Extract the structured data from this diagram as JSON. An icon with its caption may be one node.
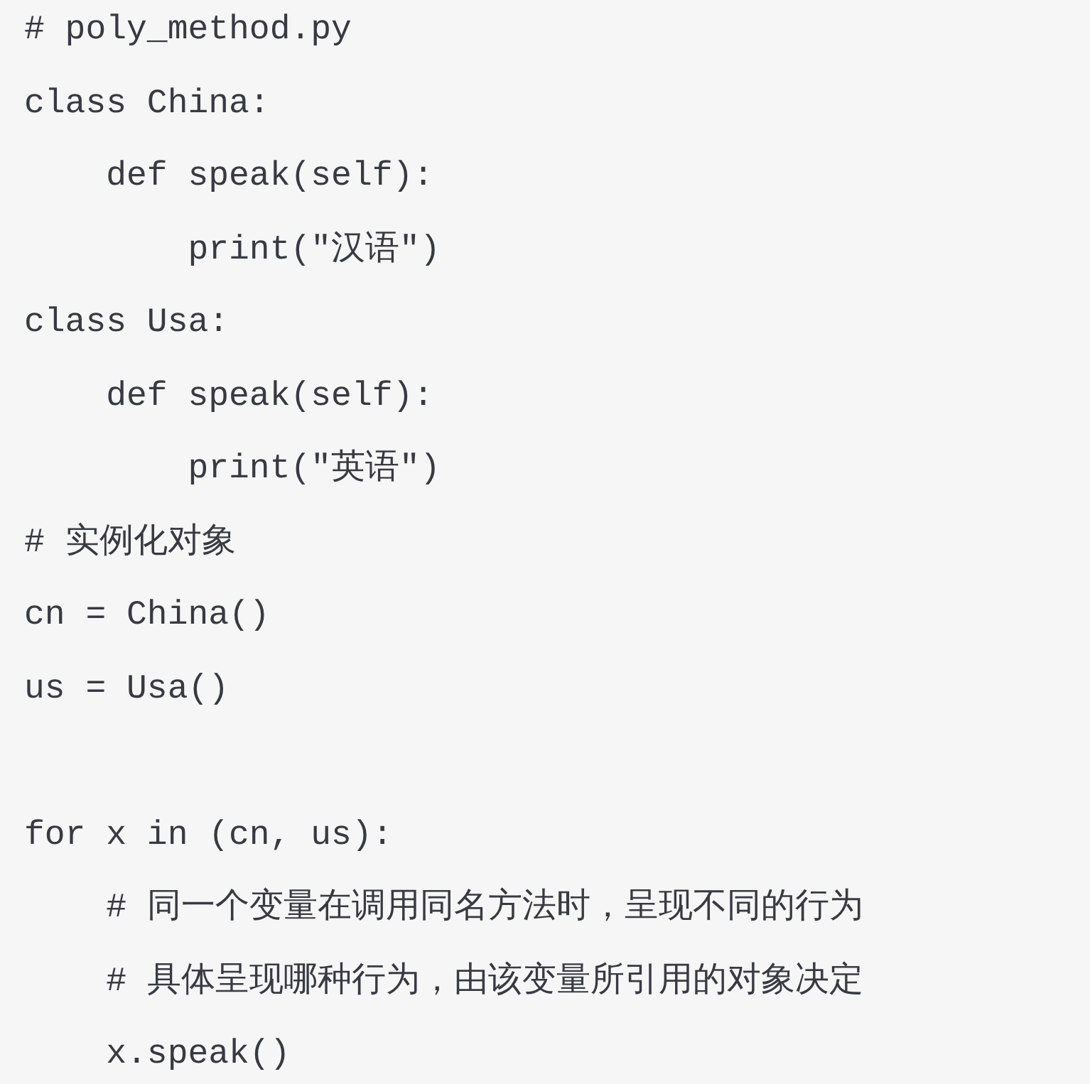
{
  "diagram": {
    "labels": [
      "# poly_method.py",
      "class China:",
      "    def speak(self):",
      "        print(\"汉语\")",
      "class Usa:",
      "    def speak(self):",
      "        print(\"英语\")",
      "# 实例化对象",
      "cn = China()",
      "us = Usa()",
      "for x in (cn, us):",
      "    # 同一个变量在调用同名方法时，呈现不同的行为",
      "    # 具体呈现哪种行为，由该变量所引用的对象决定",
      "    x.speak()"
    ]
  }
}
